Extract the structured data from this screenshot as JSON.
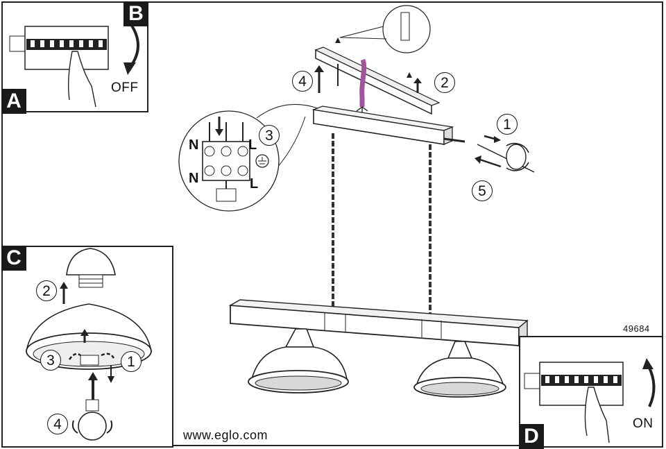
{
  "panels": {
    "a": {
      "badge": "A",
      "label": "OFF"
    },
    "b": {
      "badge": "B"
    },
    "c": {
      "badge": "C",
      "steps": [
        "2",
        "3",
        "1",
        "4"
      ]
    },
    "d": {
      "badge": "D",
      "label": "ON"
    }
  },
  "main": {
    "steps": [
      "4",
      "2",
      "3",
      "1",
      "5"
    ],
    "terminal_labels": [
      "N",
      "L",
      "N",
      "L"
    ],
    "product_code": "49684",
    "website": "www.eglo.com"
  },
  "colors": {
    "cable": "#a2559a",
    "ink": "#1a1a1a"
  }
}
